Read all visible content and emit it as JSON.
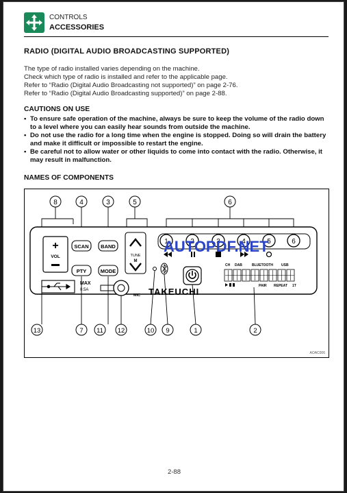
{
  "header": {
    "line1": "CONTROLS",
    "line2": "ACCESSORIES",
    "icon": "controls-arrows-icon",
    "icon_color": "#1a8a5a"
  },
  "section_title": "RADIO (DIGITAL AUDIO BROADCASTING SUPPORTED)",
  "intro_lines": [
    "The type of radio installed varies depending on the machine.",
    "Check which type of radio is installed and refer to the applicable page.",
    "Refer to “Radio (Digital Audio Broadcasting not supported)” on page 2-76.",
    "Refer to “Radio (Digital Audio Broadcasting supported)” on page 2-88."
  ],
  "cautions_heading": "CAUTIONS ON USE",
  "cautions": [
    "To ensure safe operation of the machine, always be sure to keep the volume of the radio down to a level where you can easily hear sounds from outside the machine.",
    "Do not use the radio for a long time when the engine is stopped. Doing so will drain the battery and make it difficult or impossible to restart the engine.",
    "Be careful not to allow water or other liquids to come into contact with the radio. Otherwise, it may result in malfunction."
  ],
  "components_heading": "NAMES OF COMPONENTS",
  "diagram": {
    "callouts_top": [
      "8",
      "4",
      "3",
      "5",
      "6"
    ],
    "preset_numbers": [
      "1",
      "2",
      "3",
      "4",
      "5",
      "6"
    ],
    "callouts_bottom": [
      "13",
      "7",
      "11",
      "12",
      "10",
      "9",
      "1",
      "2"
    ],
    "button_labels": {
      "scan": "SCAN",
      "band": "BAND",
      "pty": "PTY",
      "mode": "MODE",
      "vol": "VOL",
      "tune": "TUNE",
      "tune_m": "M",
      "max": "MAX",
      "max_amp": "0.5A",
      "mic": "MIC",
      "brand": "TAKEUCHI"
    },
    "display_labels_top": [
      "CH",
      "DAB",
      "BLUETOOTH",
      "USB"
    ],
    "display_labels_bottom": [
      "PAIR",
      "REPEAT",
      "1T"
    ],
    "watermark": "AUTOPDF.NET",
    "figure_code": "AOAC006"
  },
  "page_number": "2-88"
}
